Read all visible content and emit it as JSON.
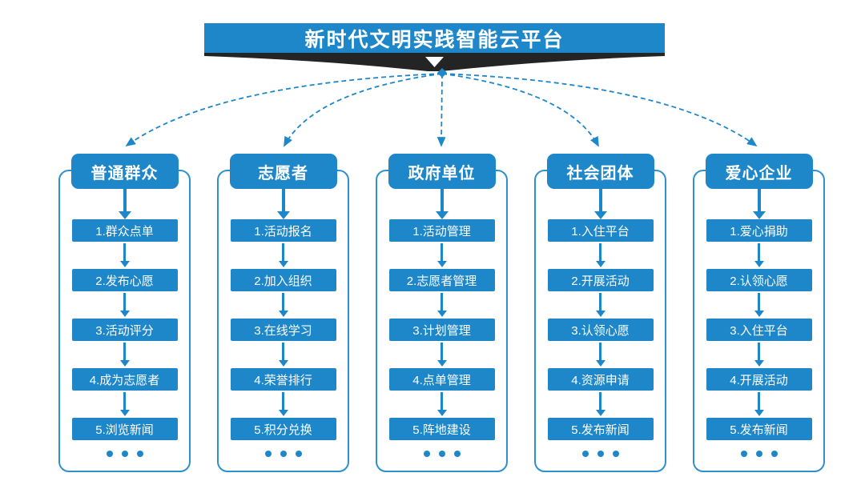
{
  "title": "新时代文明实践智能云平台",
  "more_indicator": "...",
  "colors": {
    "primary_blue": "#1d87c9",
    "panel_border_blue": "#2e91cd",
    "ribbon_dark": "#242424",
    "background": "#ffffff",
    "text_on_blue": "#ffffff"
  },
  "columns": [
    {
      "header": "普通群众",
      "steps": [
        "1.群众点单",
        "2.发布心愿",
        "3.活动评分",
        "4.成为志愿者",
        "5.浏览新闻"
      ]
    },
    {
      "header": "志愿者",
      "steps": [
        "1.活动报名",
        "2.加入组织",
        "3.在线学习",
        "4.荣誉排行",
        "5.积分兑换"
      ]
    },
    {
      "header": "政府单位",
      "steps": [
        "1.活动管理",
        "2.志愿者管理",
        "3.计划管理",
        "4.点单管理",
        "5.阵地建设"
      ]
    },
    {
      "header": "社会团体",
      "steps": [
        "1.入住平台",
        "2.开展活动",
        "3.认领心愿",
        "4.资源申请",
        "5.发布新闻"
      ]
    },
    {
      "header": "爱心企业",
      "steps": [
        "1.爱心捐助",
        "2.认领心愿",
        "3.入住平台",
        "4.开展活动",
        "5.发布新闻"
      ]
    }
  ]
}
